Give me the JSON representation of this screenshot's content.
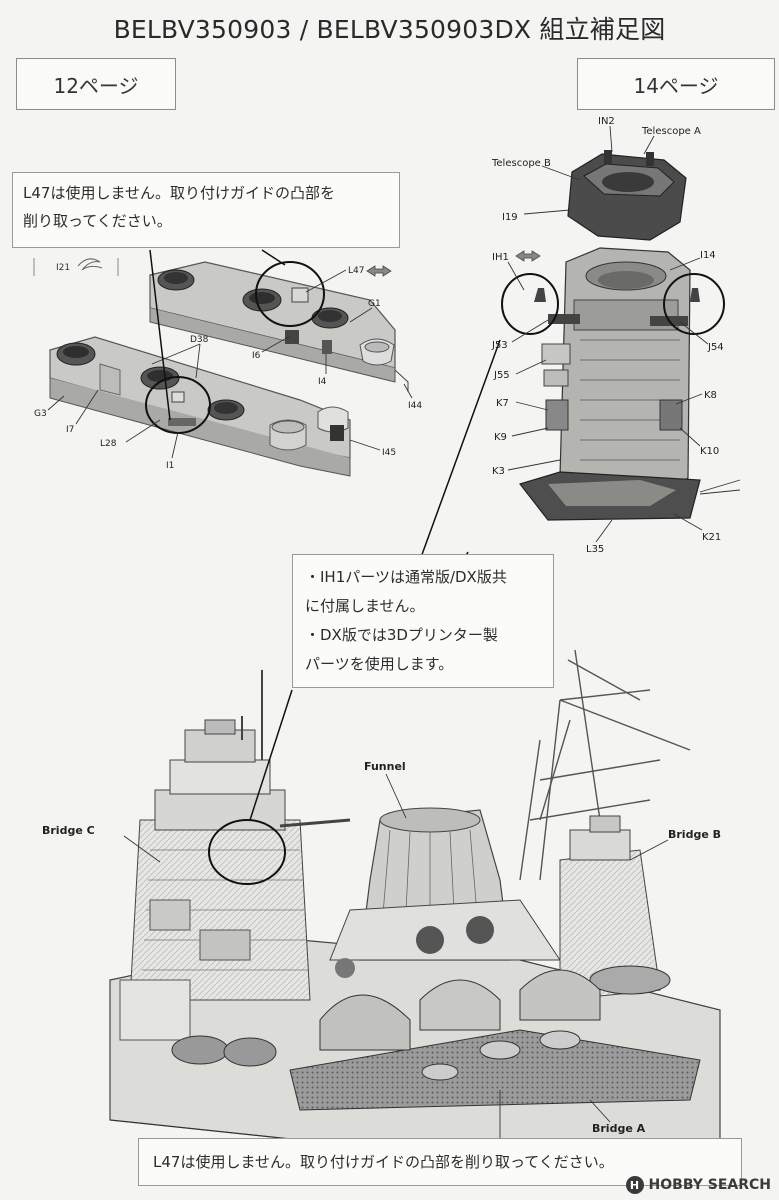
{
  "document": {
    "title": "BELBV350903 / BELBV350903DX 組立補足図"
  },
  "page_refs": {
    "left": "12ページ",
    "right": "14ページ"
  },
  "notes": {
    "top_left": [
      "L47は使用しません。取り付けガイドの凸部を",
      "削り取ってください。"
    ],
    "middle": [
      "・IH1パーツは通常版/DX版共",
      "に付属しません。",
      "・DX版では3Dプリンター製",
      "パーツを使用します。"
    ],
    "bottom": "L47は使用しません。取り付けガイドの凸部を削り取ってください。"
  },
  "left_diagram": {
    "labels": {
      "i21": "I21",
      "l47": "L47",
      "g1": "G1",
      "i6": "I6",
      "i4": "I4",
      "i44": "I44",
      "d38": "D38",
      "g3": "G3",
      "i7": "I7",
      "l28": "L28",
      "i1": "I1",
      "i45": "I45"
    }
  },
  "right_diagram": {
    "labels": {
      "in2": "IN2",
      "telescope_a": "Telescope A",
      "telescope_b": "Telescope B",
      "i19": "I19",
      "ih1": "IH1",
      "i14": "I14",
      "j53": "J53",
      "j54": "J54",
      "j55": "J55",
      "k7": "K7",
      "k8": "K8",
      "k9": "K9",
      "k10": "K10",
      "k3": "K3",
      "k21": "K21",
      "l35": "L35"
    }
  },
  "ship_diagram": {
    "labels": {
      "funnel": "Funnel",
      "bridge_c": "Bridge C",
      "bridge_b": "Bridge B",
      "bridge_a": "Bridge A"
    }
  },
  "watermark": {
    "text": "HOBBY SEARCH",
    "icon": "hobby-search-logo-icon"
  }
}
